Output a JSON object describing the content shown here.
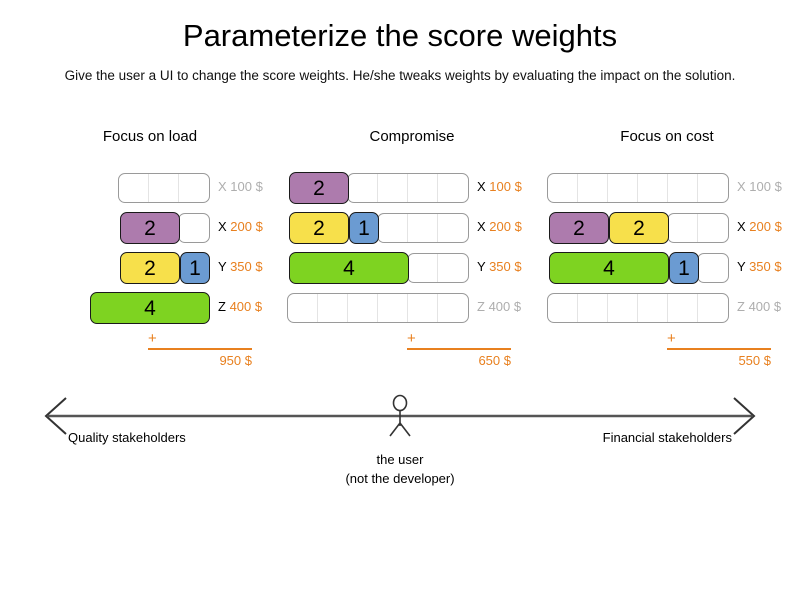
{
  "header": {
    "title": "Parameterize the score weights",
    "subtitle": "Give the user a UI to change the score weights. He/she tweaks weights by evaluating the impact on the solution."
  },
  "colors": {
    "purple": "#ad7bad",
    "yellow": "#f7e04b",
    "blue": "#6b9bd2",
    "green": "#7ed321",
    "accent_orange": "#e8801f",
    "inactive_gray": "#aeaeae",
    "meter_border": "#9a9a9a"
  },
  "scenarios": [
    {
      "title": "Focus on load",
      "capacity": 3,
      "rows": [
        {
          "letter": "X",
          "amount": "100 $",
          "active": false,
          "segments": []
        },
        {
          "letter": "X",
          "amount": "200 $",
          "active": true,
          "segments": [
            {
              "value": "2",
              "units": 2,
              "color": "purple"
            }
          ]
        },
        {
          "letter": "Y",
          "amount": "350 $",
          "active": true,
          "segments": [
            {
              "value": "2",
              "units": 2,
              "color": "yellow"
            },
            {
              "value": "1",
              "units": 1,
              "color": "blue"
            }
          ]
        },
        {
          "letter": "Z",
          "amount": "400 $",
          "active": true,
          "segments": [
            {
              "value": "4",
              "units": 4,
              "color": "green"
            }
          ]
        }
      ],
      "total": {
        "plus": "+",
        "sum": "950 $"
      }
    },
    {
      "title": "Compromise",
      "capacity": 6,
      "rows": [
        {
          "letter": "X",
          "amount": "100 $",
          "active": true,
          "segments": [
            {
              "value": "2",
              "units": 2,
              "color": "purple"
            }
          ]
        },
        {
          "letter": "X",
          "amount": "200 $",
          "active": true,
          "segments": [
            {
              "value": "2",
              "units": 2,
              "color": "yellow"
            },
            {
              "value": "1",
              "units": 1,
              "color": "blue"
            }
          ]
        },
        {
          "letter": "Y",
          "amount": "350 $",
          "active": true,
          "segments": [
            {
              "value": "4",
              "units": 4,
              "color": "green"
            }
          ]
        },
        {
          "letter": "Z",
          "amount": "400 $",
          "active": false,
          "segments": []
        }
      ],
      "total": {
        "plus": "+",
        "sum": "650 $"
      }
    },
    {
      "title": "Focus on cost",
      "capacity": 6,
      "rows": [
        {
          "letter": "X",
          "amount": "100 $",
          "active": false,
          "segments": []
        },
        {
          "letter": "X",
          "amount": "200 $",
          "active": true,
          "segments": [
            {
              "value": "2",
              "units": 2,
              "color": "purple"
            },
            {
              "value": "2",
              "units": 2,
              "color": "yellow"
            }
          ]
        },
        {
          "letter": "Y",
          "amount": "350 $",
          "active": true,
          "segments": [
            {
              "value": "4",
              "units": 4,
              "color": "green"
            },
            {
              "value": "1",
              "units": 1,
              "color": "blue"
            }
          ]
        },
        {
          "letter": "Z",
          "amount": "400 $",
          "active": false,
          "segments": []
        }
      ],
      "total": {
        "plus": "+",
        "sum": "550 $"
      }
    }
  ],
  "axis": {
    "left_label": "Quality stakeholders",
    "right_label": "Financial stakeholders",
    "user_line1": "the user",
    "user_line2": "(not the developer)"
  }
}
